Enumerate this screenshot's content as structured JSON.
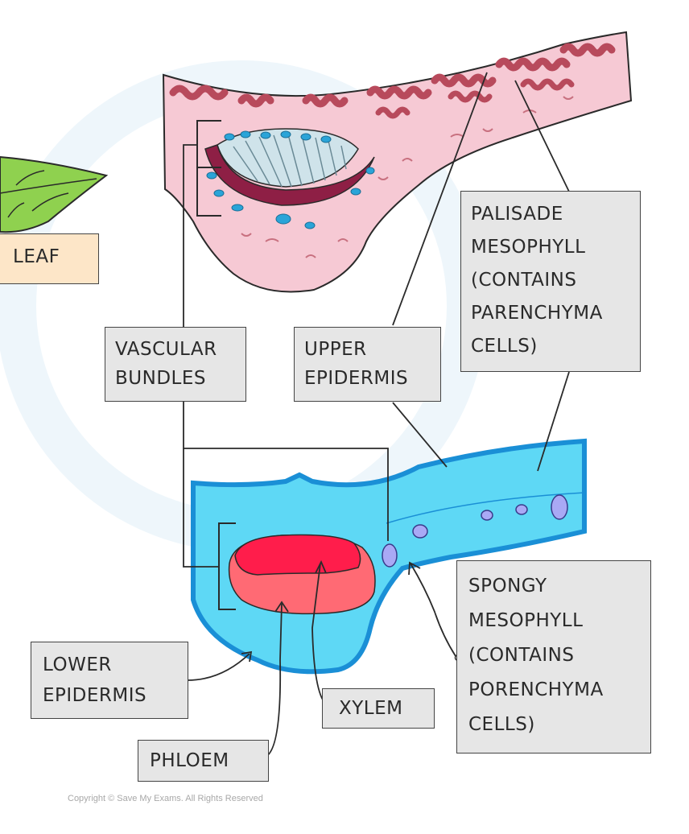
{
  "labels": {
    "leaf": "LEAF",
    "vascular_bundles": [
      "VASCULAR",
      "BUNDLES"
    ],
    "upper_epidermis": [
      "UPPER",
      "EPIDERMIS"
    ],
    "palisade_mesophyll": [
      "PALISADE",
      "MESOPHYLL",
      "(CONTAINS",
      "PARENCHYMA",
      "CELLS)"
    ],
    "spongy_mesophyll": [
      "SPONGY",
      "MESOPHYLL",
      "(CONTAINS",
      "PORENCHYMA",
      "CELLS)"
    ],
    "lower_epidermis": [
      "LOWER",
      "EPIDERMIS"
    ],
    "xylem": "XYLEM",
    "phloem": "PHLOEM"
  },
  "copyright": "Copyright © Save My Exams. All Rights Reserved",
  "colors": {
    "leaf_tissue": "#f6c9d4",
    "palisade": "#b84a5c",
    "xylem_section": "#cfe3ea",
    "phloem_section": "#8e1f45",
    "vein_blue": "#2aa4d8",
    "cross_section": "#5ed8f5",
    "epidermis_line": "#1a8fd6",
    "xylem": "#ff1d4b",
    "phloem": "#ff6a74",
    "air_space": "#a9a9f5",
    "leaf_green": "#8fd14f",
    "leaf_label_bg": "#fde6c8",
    "label_bg": "#e6e6e6"
  }
}
